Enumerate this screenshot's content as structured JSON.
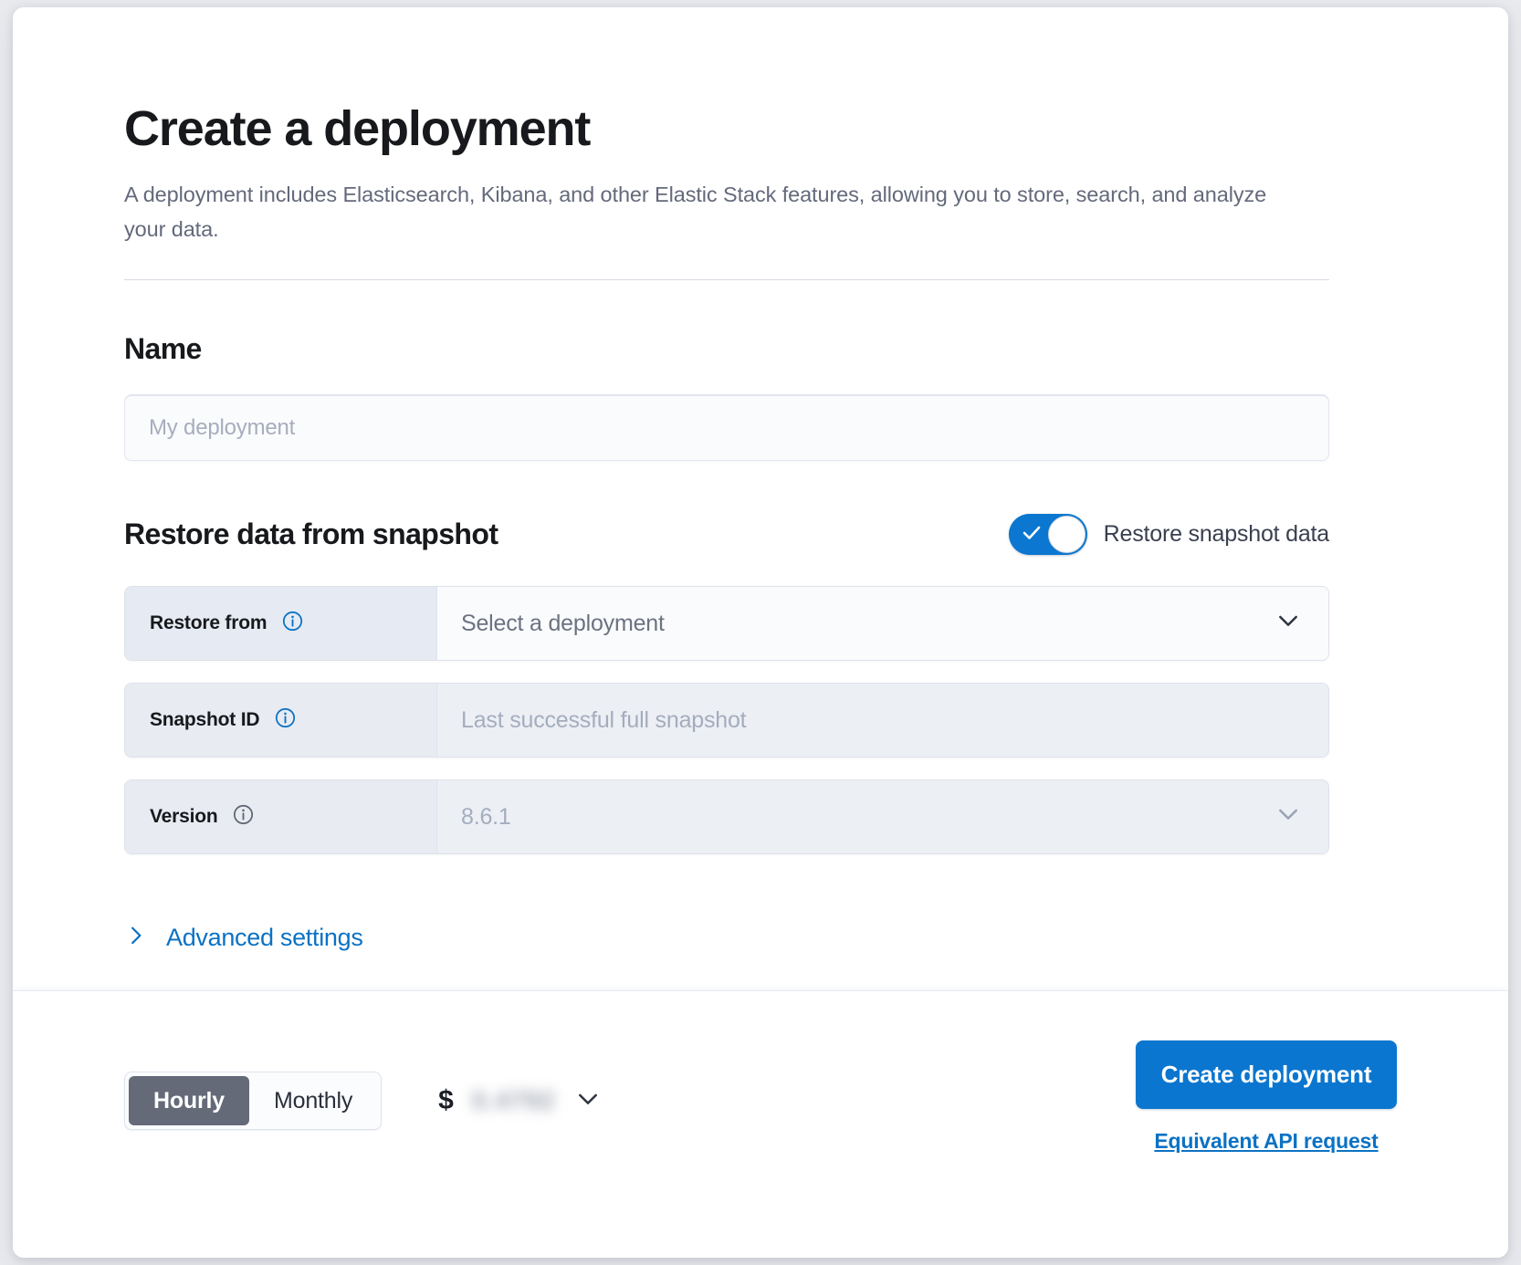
{
  "page": {
    "title": "Create a deployment",
    "description": "A deployment includes Elasticsearch, Kibana, and other Elastic Stack features, allowing you to store, search, and analyze your data."
  },
  "name_section": {
    "heading": "Name",
    "input_placeholder": "My deployment",
    "input_value": ""
  },
  "snapshot_section": {
    "heading": "Restore data from snapshot",
    "toggle_label": "Restore snapshot data",
    "toggle_checked": "true",
    "rows": [
      {
        "label": "Restore from",
        "value": "Select a deployment",
        "control": "select",
        "disabled": "false",
        "info_icon": "info-icon"
      },
      {
        "label": "Snapshot ID",
        "value": "Last successful full snapshot",
        "control": "text",
        "disabled": "true",
        "info_icon": "info-icon"
      },
      {
        "label": "Version",
        "value": "8.6.1",
        "control": "select",
        "disabled": "true",
        "info_icon": "info-icon"
      }
    ],
    "advanced_label": "Advanced settings",
    "advanced_icon": "chevron-right-icon"
  },
  "footer": {
    "billing_options": [
      {
        "label": "Hourly",
        "selected": "true"
      },
      {
        "label": "Monthly",
        "selected": "false"
      }
    ],
    "price_currency": "$",
    "price_amount": "0.4792",
    "price_chevron_icon": "chevron-down-icon",
    "create_button_label": "Create deployment",
    "api_link_label": "Equivalent API request"
  },
  "colors": {
    "accent_blue": "#0b76cf",
    "link_blue": "#0b72c4",
    "toggle_on": "#0b77d0",
    "segment_active": "#646a78",
    "page_bg": "#e9eaee",
    "card_bg": "#ffffff",
    "label_bg": "#e6eaf2",
    "disabled_field_bg": "#eceff4"
  }
}
